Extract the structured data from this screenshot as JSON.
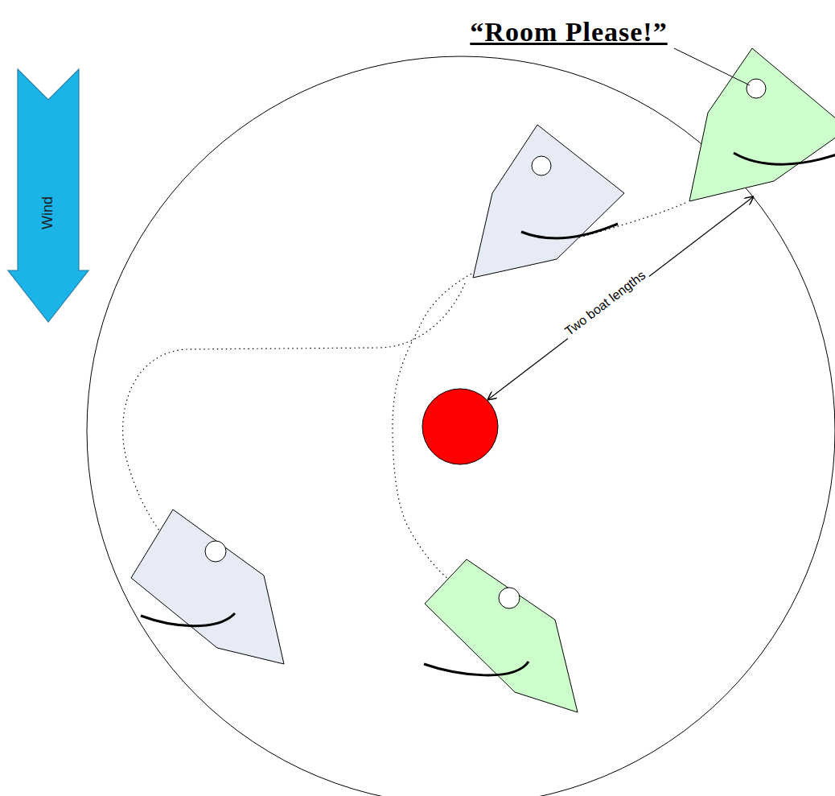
{
  "diagram": {
    "nodes": [
      {
        "text": [
          "Wind"
        ]
      }
    ],
    "labels": [
      "“Room Please!”",
      "Two boat lengths"
    ]
  }
}
